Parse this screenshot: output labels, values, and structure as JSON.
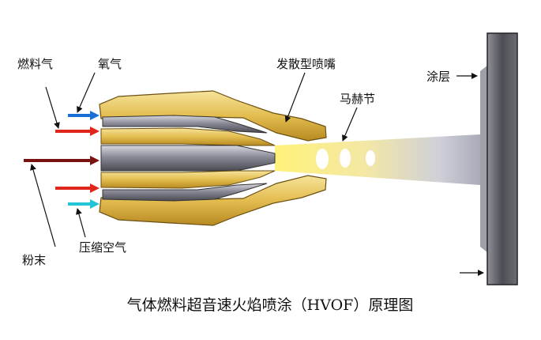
{
  "labels": {
    "fuel_gas": "燃料气",
    "oxygen": "氧气",
    "divergent_nozzle": "发散型喷嘴",
    "mach_diamonds": "马赫节",
    "coating": "涂层",
    "compressed_air": "压缩空气",
    "powder": "粉末"
  },
  "caption": "气体燃料超音速火焰喷涂（HVOF）原理图",
  "colors": {
    "oxygen_arrow": "#1a6fd6",
    "fuel_arrow": "#e0261b",
    "powder_arrow": "#7a1212",
    "air_arrow": "#22c4d8",
    "nozzle_gold": "#e8c458",
    "core_steel": "#8a8a96",
    "substrate": "#55555c"
  }
}
